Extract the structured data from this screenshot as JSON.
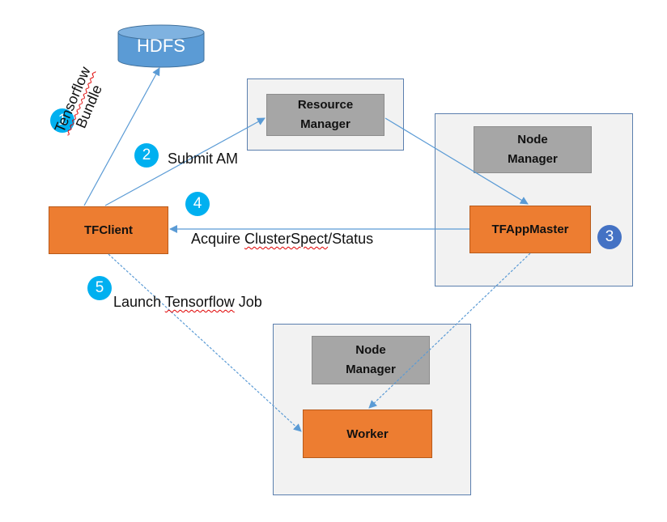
{
  "nodes": {
    "hdfs": "HDFS",
    "resource_manager": "Resource\nManager",
    "node_manager_top": "Node\nManager",
    "node_manager_bottom": "Node\nManager",
    "tfclient": "TFClient",
    "tfappmaster": "TFAppMaster",
    "worker": "Worker"
  },
  "steps": {
    "step1": {
      "number": "1",
      "label_line1": "Tensorflow",
      "label_line2": "Bundle"
    },
    "step2": {
      "number": "2",
      "label": "Submit AM"
    },
    "step3": {
      "number": "3"
    },
    "step4": {
      "number": "4",
      "label_prefix": "Acquire ",
      "label_squiggle": "ClusterSpect",
      "label_suffix": "/Status"
    },
    "step5": {
      "number": "5",
      "label_prefix": "Launch ",
      "label_squiggle": "Tensorflow",
      "label_suffix": " Job"
    }
  },
  "colors": {
    "orange": "#ed7d31",
    "gray": "#a6a6a6",
    "container": "#f2f2f2",
    "arrow": "#5b9bd5",
    "badge_light": "#00b0f0",
    "badge_dark": "#4472c4",
    "hdfs": "#5b9bd5"
  }
}
